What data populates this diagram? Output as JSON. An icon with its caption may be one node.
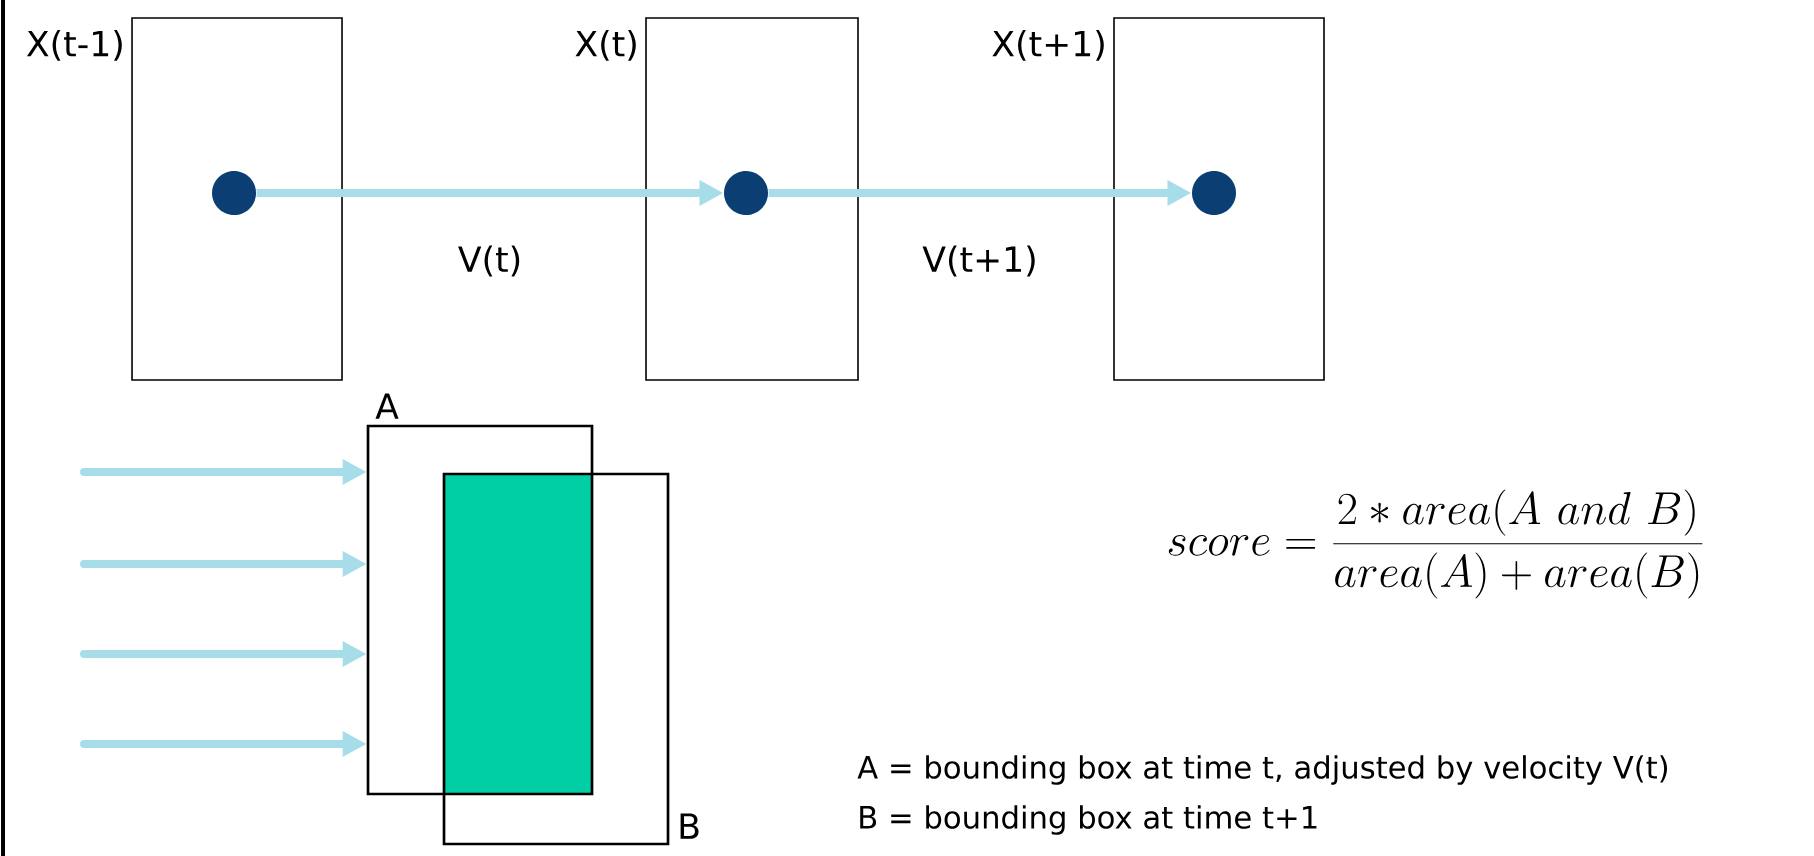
{
  "diagram": {
    "nodes": [
      {
        "text": [
          "X(t-1)"
        ]
      },
      {
        "text": [],
        "shape": "circle",
        "in": 0
      },
      {
        "text": [
          "X(t)"
        ]
      },
      {
        "text": [],
        "shape": "circle",
        "in": 2
      },
      {
        "text": [
          "X(t+1)"
        ]
      },
      {
        "text": [],
        "shape": "circle",
        "in": 4
      },
      {
        "text": [
          "A"
        ]
      },
      {
        "text": [
          "B"
        ]
      },
      {
        "text": [],
        "shape": "box"
      }
    ],
    "edges": [
      {
        "from": 1,
        "to": 3,
        "arrow": "to",
        "label": "V(t)"
      },
      {
        "from": 3,
        "to": 5,
        "arrow": "to",
        "label": "V(t+1)"
      },
      {
        "from": null,
        "to": 6,
        "arrow": "to"
      },
      {
        "from": null,
        "to": 6,
        "arrow": "to"
      },
      {
        "from": null,
        "to": 6,
        "arrow": "to"
      },
      {
        "from": null,
        "to": 6,
        "arrow": "to"
      }
    ],
    "labels": [
      "score=\\frac{2*area(A\\ and\\ B)}{area(A)+area(B)}",
      "A = bounding box at time t, adjusted by velocity V(t)",
      "B = bounding box at time t+1"
    ]
  }
}
